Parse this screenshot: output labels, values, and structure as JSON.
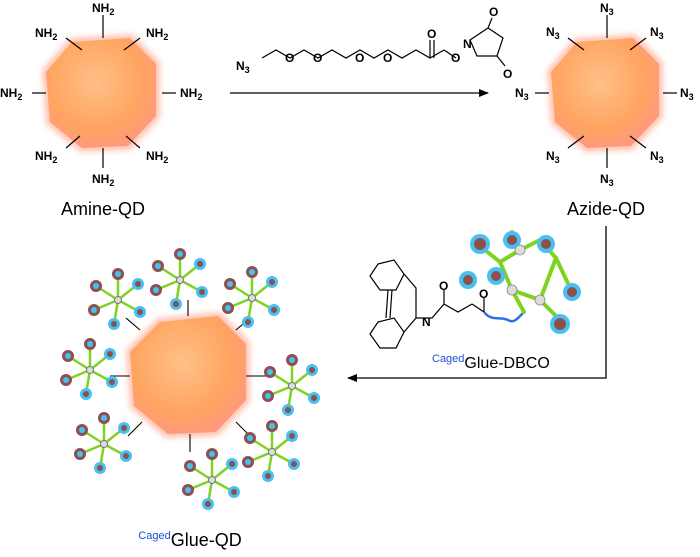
{
  "labels": {
    "amine_qd": "Amine-QD",
    "azide_qd": "Azide-QD",
    "caged_prefix": "Caged",
    "glue_dbco": "Glue-DBCO",
    "glue_qd": "Glue-QD"
  },
  "groups": {
    "amine": "NH2",
    "azide": "N3"
  },
  "reagent": {
    "azide_end": "N3",
    "o": "O",
    "n": "N"
  },
  "colors": {
    "qd_core": "#ffab6b",
    "qd_glow": "#ffb6a6",
    "arrow": "#000000",
    "linker_blue": "#2f6fe4",
    "cage_green": "#7ed321",
    "cage_ball": "#8e4f4f",
    "cage_cyan": "#47c1f0"
  },
  "icons": {
    "amine_qd": "quantum-dot-icon",
    "azide_qd": "quantum-dot-icon",
    "glue_qd": "quantum-dot-icon",
    "glue_molecule": "molecule-cage-icon"
  }
}
